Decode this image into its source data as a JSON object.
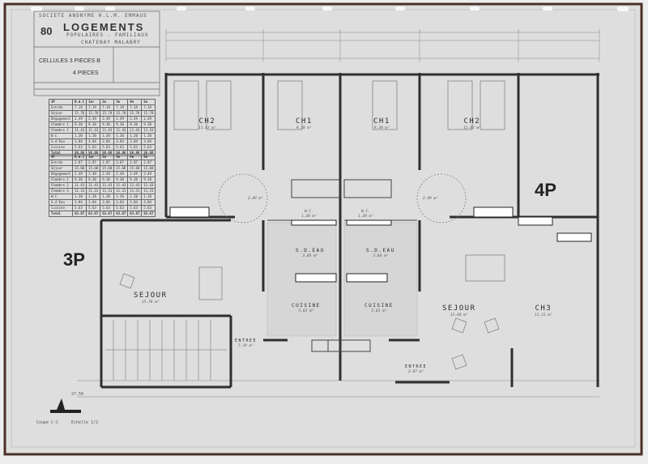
{
  "title_block": {
    "company": "SOCIETE ANONYME H.L.M. EMMAUS",
    "count": "80",
    "title": "LOGEMENTS",
    "subtitle": "POPULAIRES - FAMILIAUX",
    "location": "CHATENAY MALABRY",
    "types_line1": "CELLULES 3 PIECES B",
    "types_line2": "4 PIECES"
  },
  "schedule_3p": {
    "header": [
      "3P",
      "R.d.C",
      "1er",
      "2e",
      "3e",
      "4e",
      "5e"
    ],
    "rows": [
      [
        "Entrée",
        "7.19",
        "7.19",
        "7.19",
        "7.19",
        "7.19",
        "7.19"
      ],
      [
        "Séjour",
        "15.78",
        "15.78",
        "15.78",
        "15.78",
        "15.78",
        "15.78"
      ],
      [
        "Dégagement",
        "2.49",
        "2.49",
        "2.49",
        "2.49",
        "2.49",
        "2.49"
      ],
      [
        "Chambre 1",
        "9.30",
        "9.30",
        "9.30",
        "9.30",
        "9.30",
        "9.30"
      ],
      [
        "Chambre 2",
        "11.43",
        "11.43",
        "11.43",
        "11.43",
        "11.43",
        "11.43"
      ],
      [
        "W.C.",
        "1.20",
        "1.20",
        "1.20",
        "1.20",
        "1.20",
        "1.20"
      ],
      [
        "S.d'Eau",
        "3.84",
        "3.84",
        "3.84",
        "3.84",
        "3.84",
        "3.84"
      ],
      [
        "Cuisine",
        "5.63",
        "5.63",
        "5.63",
        "5.63",
        "5.63",
        "5.63"
      ]
    ],
    "total": [
      "Total",
      "56.86",
      "56.86",
      "56.86",
      "56.86",
      "56.86",
      "56.86"
    ]
  },
  "schedule_4p": {
    "header": [
      "4P",
      "R.d.C",
      "1er",
      "2e",
      "3e",
      "4e",
      "5e"
    ],
    "rows": [
      [
        "Entrée",
        "2.87",
        "2.87",
        "2.87",
        "2.87",
        "2.87",
        "2.87"
      ],
      [
        "Séjour",
        "15.60",
        "15.60",
        "15.60",
        "15.60",
        "15.60",
        "15.60"
      ],
      [
        "Dégagement",
        "2.49",
        "2.49",
        "2.49",
        "2.49",
        "2.49",
        "2.49"
      ],
      [
        "Chambre 1",
        "9.30",
        "9.30",
        "9.30",
        "9.30",
        "9.30",
        "9.30"
      ],
      [
        "Chambre 2",
        "11.43",
        "11.43",
        "11.43",
        "11.43",
        "11.43",
        "11.43"
      ],
      [
        "Chambre 3",
        "11.31",
        "11.31",
        "11.31",
        "11.31",
        "11.31",
        "11.31"
      ],
      [
        "W.C.",
        "1.20",
        "1.20",
        "1.20",
        "1.20",
        "1.20",
        "1.20"
      ],
      [
        "S.d'Eau",
        "3.84",
        "3.84",
        "3.84",
        "3.84",
        "3.84",
        "3.84"
      ],
      [
        "Cuisine",
        "5.63",
        "5.63",
        "5.63",
        "5.63",
        "5.63",
        "5.63"
      ]
    ],
    "total": [
      "Total",
      "63.67",
      "63.67",
      "63.67",
      "63.67",
      "63.67",
      "63.67"
    ]
  },
  "rooms": {
    "ch2_left": {
      "name": "CH2",
      "area": "11.43 m²"
    },
    "ch1_left": {
      "name": "CH1",
      "area": "9.30 m²"
    },
    "ch1_right": {
      "name": "CH1",
      "area": "9.30 m²"
    },
    "ch2_right": {
      "name": "CH2",
      "area": "11.43 m²"
    },
    "deg_left": {
      "area": "2.49 m²"
    },
    "deg_right": {
      "area": "2.49 m²"
    },
    "wc_left": {
      "name": "W.C.",
      "area": "1.20 m²"
    },
    "wc_right": {
      "name": "W.C.",
      "area": "1.20 m²"
    },
    "sdeau_left": {
      "name": "S.D.EAU",
      "area": "3.84 m²"
    },
    "sdeau_right": {
      "name": "S.D.EAU",
      "area": "3.84 m²"
    },
    "cuisine_left": {
      "name": "CUISINE",
      "area": "5.63 m²"
    },
    "cuisine_right": {
      "name": "CUISINE",
      "area": "5.63 m²"
    },
    "sejour_left": {
      "name": "SEJOUR",
      "area": "15.78 m²"
    },
    "sejour_right": {
      "name": "SEJOUR",
      "area": "15.60 m²"
    },
    "ch3": {
      "name": "CH3",
      "area": "11.31 m²"
    },
    "entree_left": {
      "name": "ENTREE",
      "area": "7.19 m²"
    },
    "entree_right": {
      "name": "ENTREE",
      "area": "2.87 m²"
    }
  },
  "unit_labels": {
    "left": "3P",
    "right": "4P"
  },
  "notes": {
    "section": "Coupe C-C",
    "scale": "Echelle 1/2",
    "level": "27.50"
  },
  "colors": {
    "paper": "#e9e9e9",
    "ink": "#2e2e2e",
    "border": "#5a3a32"
  }
}
